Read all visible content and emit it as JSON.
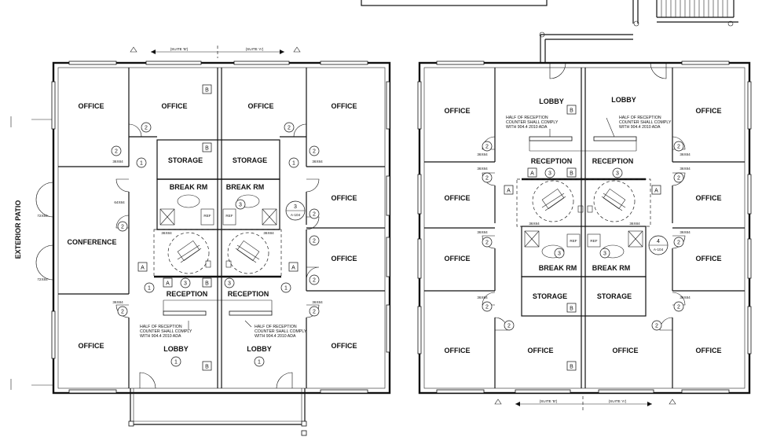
{
  "plan_left": {
    "suite_b": "(SUITE 'B')",
    "suite_a": "(SUITE 'A')",
    "exterior_patio": "EXTERIOR PATIO",
    "rooms": {
      "office_1": "OFFICE",
      "office_2": "OFFICE",
      "office_3": "OFFICE",
      "office_4": "OFFICE",
      "office_5": "OFFICE",
      "office_6": "OFFICE",
      "office_7": "OFFICE",
      "office_8": "OFFICE",
      "conference": "CONFERENCE",
      "storage_b": "STORAGE",
      "storage_a": "STORAGE",
      "break_b": "BREAK RM",
      "break_a": "BREAK RM",
      "reception_b": "RECEPTION",
      "reception_a": "RECEPTION",
      "lobby_b": "LOBBY",
      "lobby_a": "LOBBY"
    },
    "note_ada_1": "HALF OF RECEPTION",
    "note_ada_2": "COUNTER SHALL COMPLY",
    "note_ada_3": "WITH 904.4 2010 ADA",
    "ref_label": "REF",
    "detail_top": "3",
    "detail_bottom": "A-104",
    "door_size_36": "36X84",
    "door_size_64": "64X84",
    "door_size_72": "72X84",
    "tag_a": "A",
    "tag_b": "B",
    "num_1": "1",
    "num_2": "2",
    "num_3": "3"
  },
  "plan_right": {
    "suite_b": "(SUITE 'B')",
    "suite_a": "(SUITE 'A')",
    "rooms": {
      "office_1": "OFFICE",
      "office_2": "OFFICE",
      "office_3": "OFFICE",
      "office_4": "OFFICE",
      "office_5": "OFFICE",
      "office_6": "OFFICE",
      "office_7": "OFFICE",
      "office_8": "OFFICE",
      "office_9": "OFFICE",
      "office_10": "OFFICE",
      "lobby_b": "LOBBY",
      "lobby_a": "LOBBY",
      "reception_b": "RECEPTION",
      "reception_a": "RECEPTION",
      "break_b": "BREAK RM",
      "break_a": "BREAK RM",
      "storage_b": "STORAGE",
      "storage_a": "STORAGE"
    },
    "note_ada_1": "HALF OF RECEPTION",
    "note_ada_2": "COUNTER SHALL COMPLY",
    "note_ada_3": "WITH 904.4 2010 ADA",
    "ref_label": "REF",
    "detail_top": "4",
    "detail_bottom": "A-104",
    "door_size_36": "36X84",
    "tag_a": "A",
    "tag_b": "B",
    "num_2": "2",
    "num_3": "3"
  }
}
